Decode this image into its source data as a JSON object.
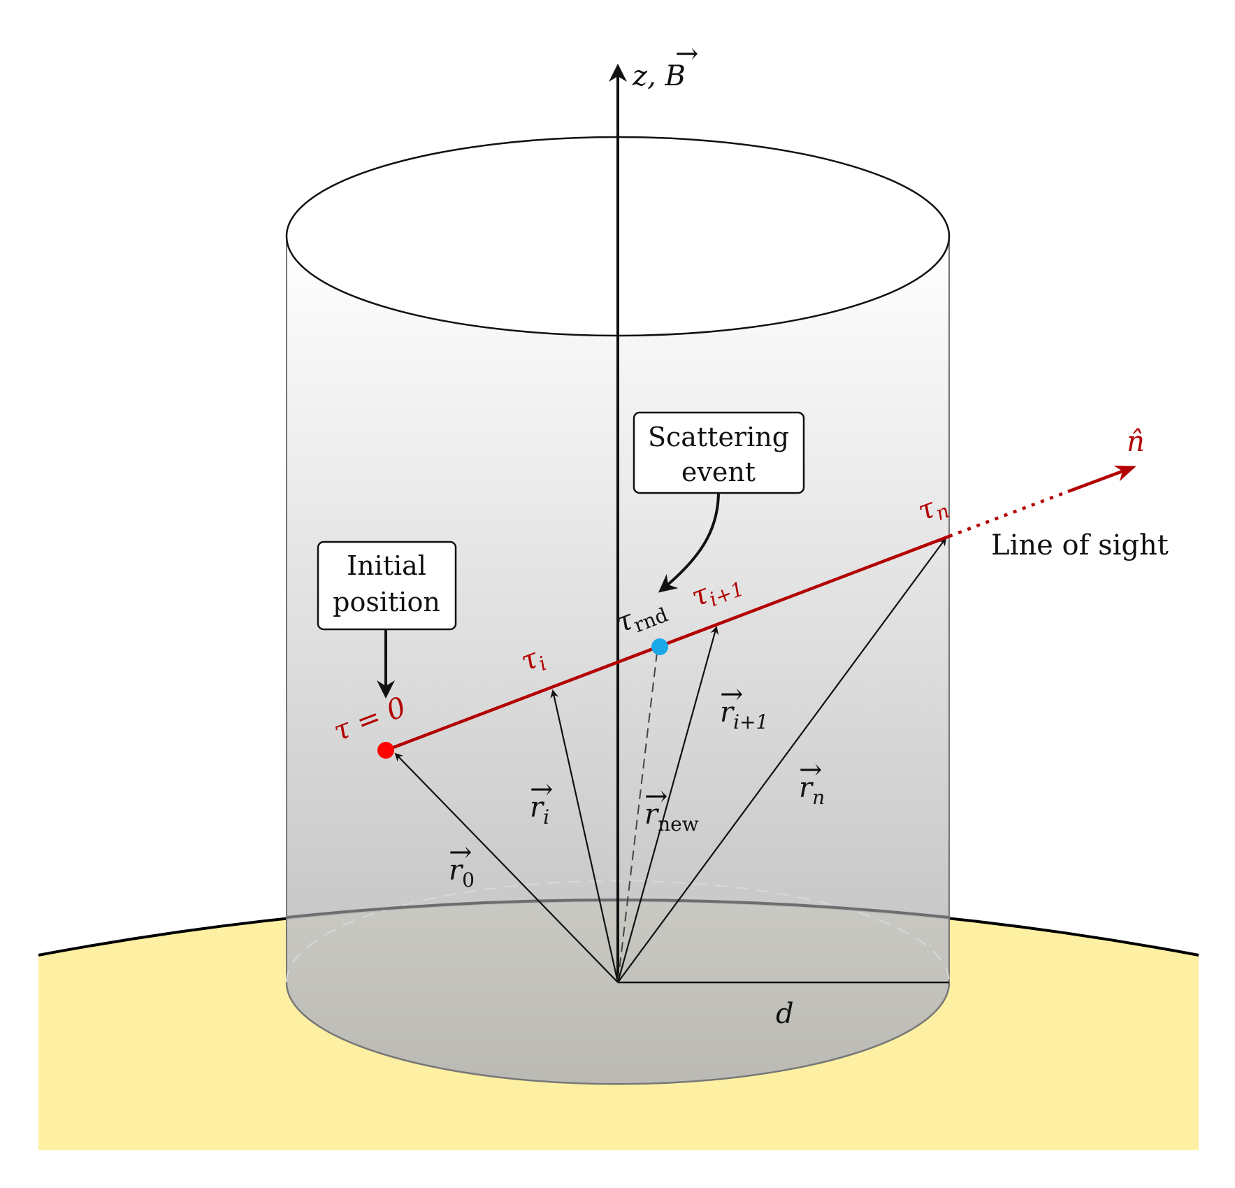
{
  "colors": {
    "sun_surface": "#fdf0a3",
    "cylinder_top": "#ffffff",
    "cylinder_bottom": "#b5b5b5",
    "line_of_sight": "#b30000",
    "initial_point": "#ff0000",
    "scatter_point": "#1aa8e8",
    "ink": "#111111"
  },
  "labels": {
    "z_axis": "z, ",
    "z_axis_b": "B",
    "n_hat": "n̂",
    "line_of_sight": "Line of sight",
    "tau_zero": "τ = 0",
    "tau_i": "τ",
    "tau_i_sub": "i",
    "tau_i1": "τ",
    "tau_i1_sub": "i+1",
    "tau_n": "τ",
    "tau_n_sub": "n",
    "tau_rnd": "τ",
    "tau_rnd_sub": "rnd",
    "r0": "r",
    "r0_sub": "0",
    "ri": "r",
    "ri_sub": "i",
    "rnew": "r",
    "rnew_sub": "new",
    "ri1": "r",
    "ri1_sub": "i+1",
    "rn": "r",
    "rn_sub": "n",
    "d": "d"
  },
  "callouts": {
    "initial_line1": "Initial",
    "initial_line2": "position",
    "scatter_line1": "Scattering",
    "scatter_line2": "event"
  }
}
